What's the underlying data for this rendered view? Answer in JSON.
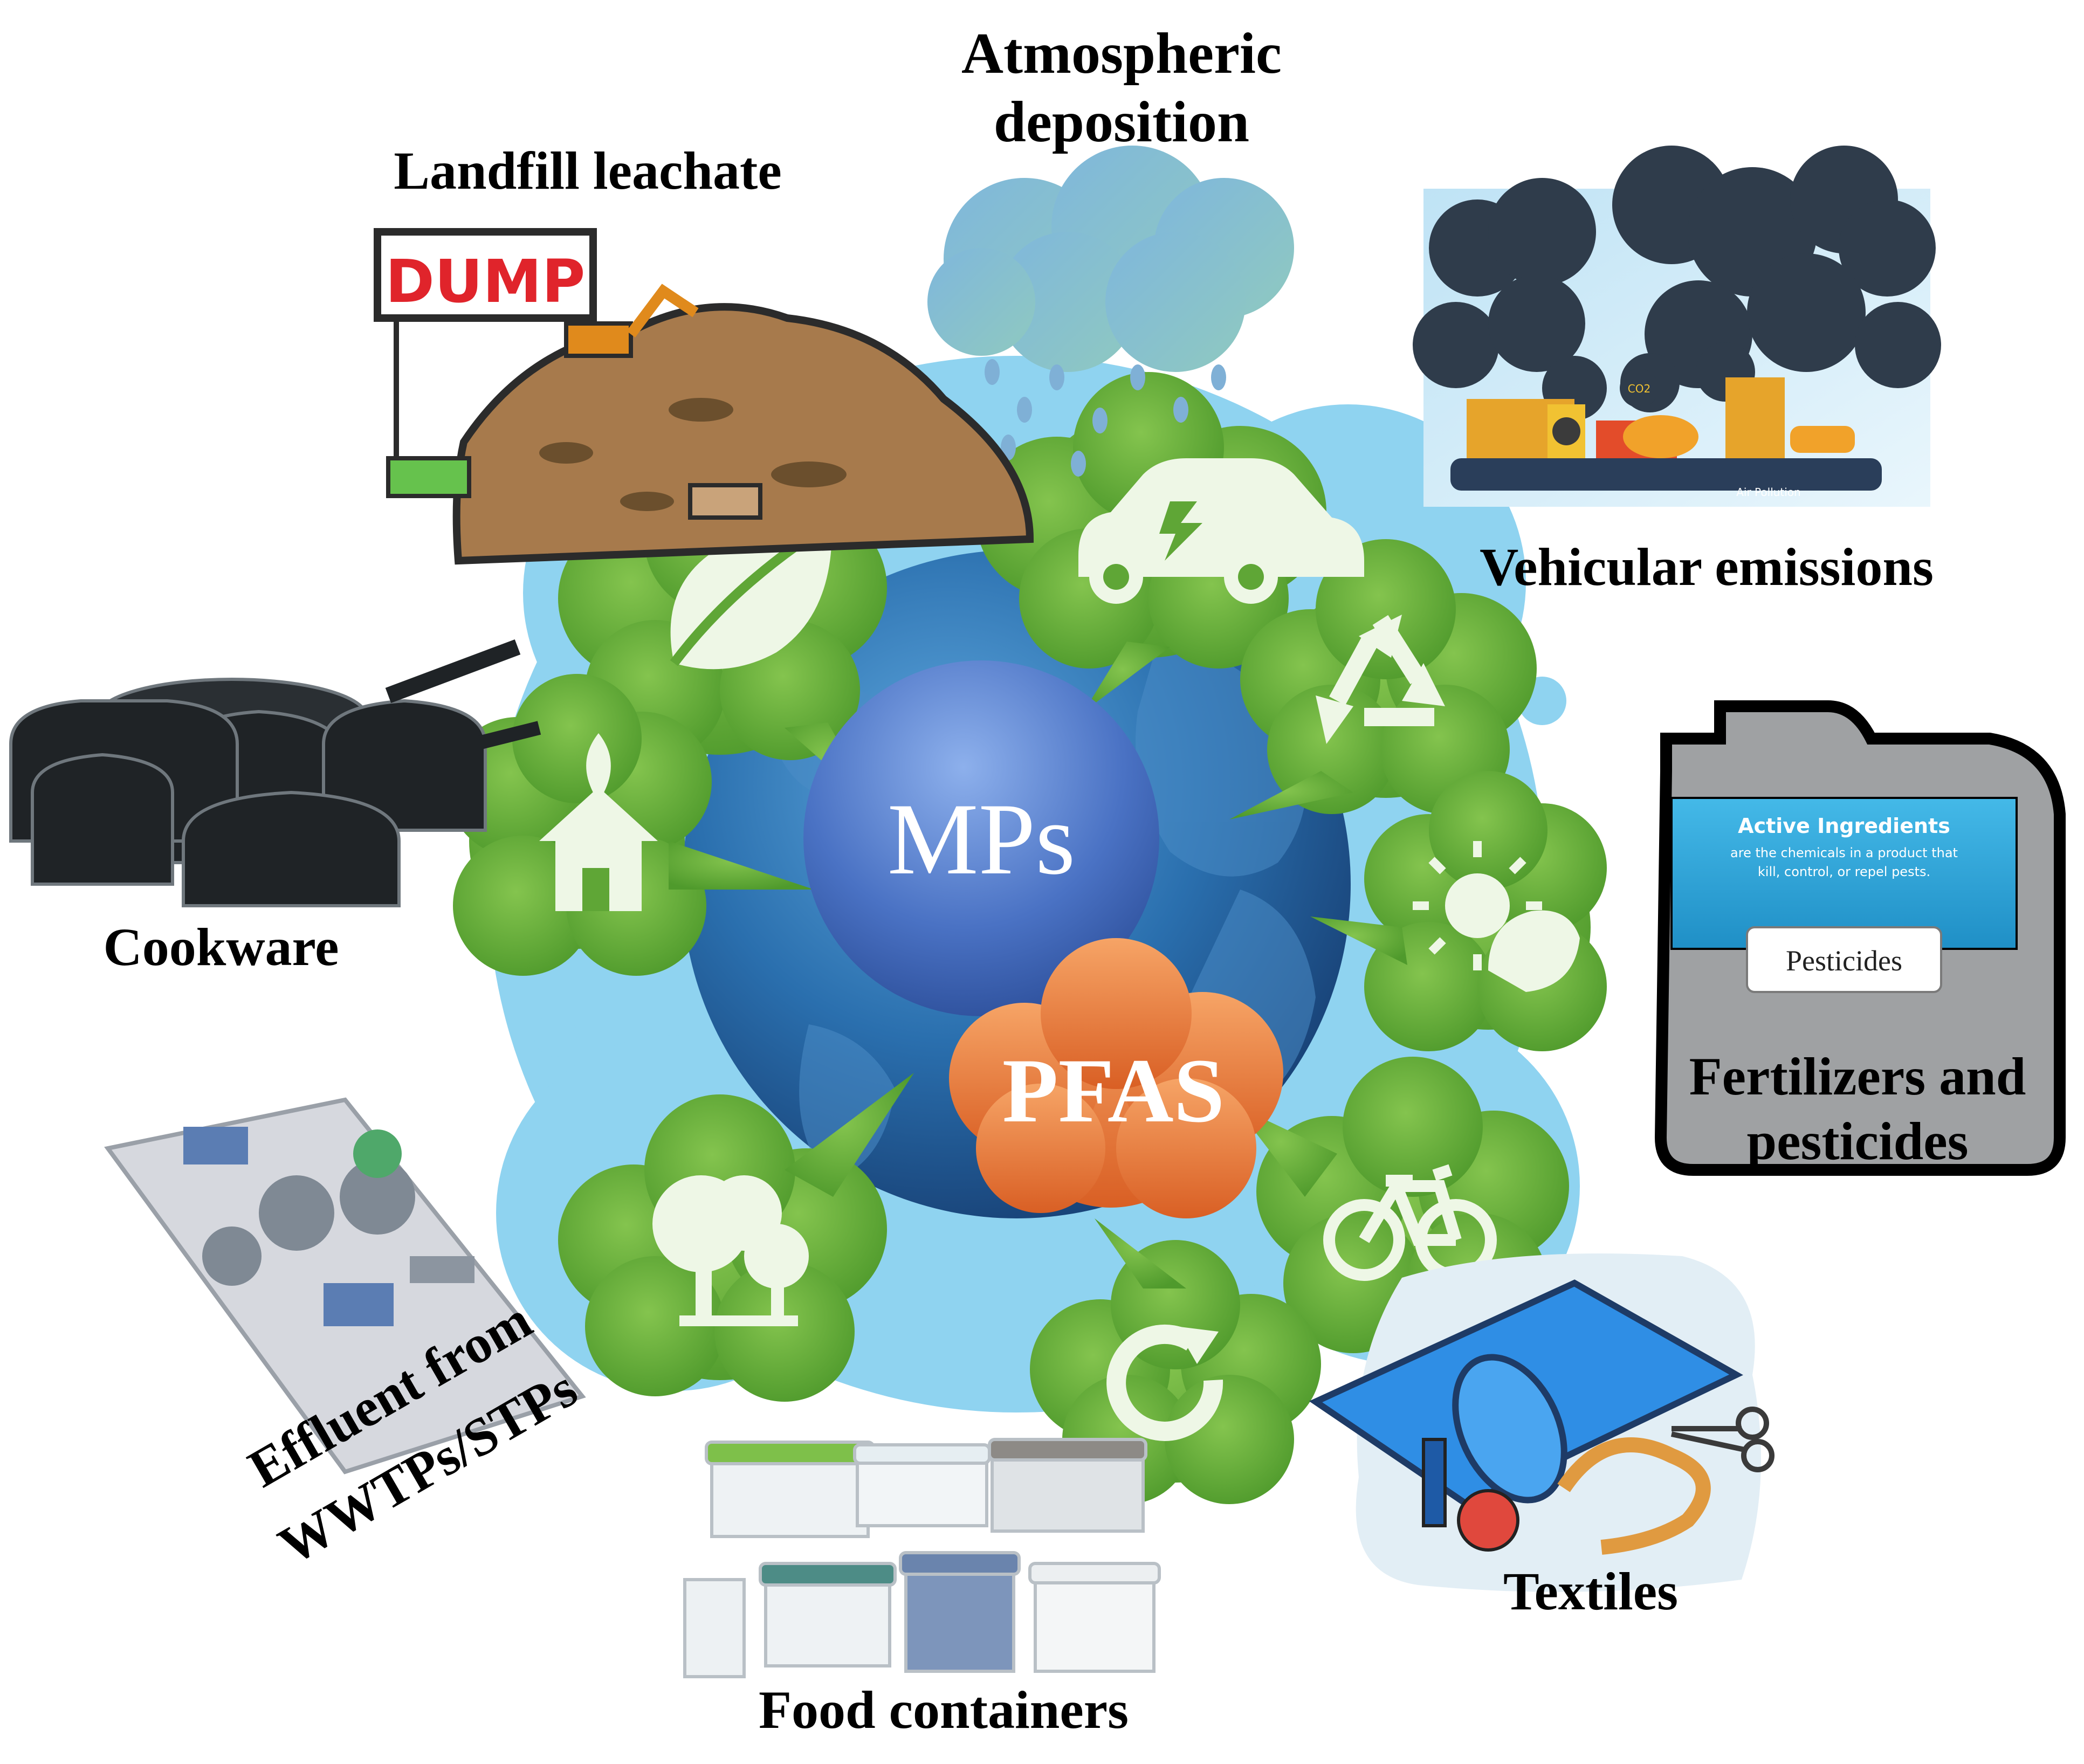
{
  "center": {
    "mps_label": "MPs",
    "pfas_label": "PFAS"
  },
  "sources": {
    "atmospheric_line1": "Atmospheric",
    "atmospheric_line2": "deposition",
    "landfill": "Landfill leachate",
    "dump_sign": "DUMP",
    "vehicular": "Vehicular emissions",
    "co2_badge": "CO2",
    "air_pollution_tag": "Air Pollution",
    "cookware": "Cookware",
    "fertilizers_line1": "Fertilizers  and",
    "fertilizers_line2": "pesticides",
    "label_heading": "Active Ingredients",
    "label_desc1": "are the chemicals in a product that",
    "label_desc2": "kill, control, or repel pests.",
    "pesticides_tag": "Pesticides",
    "effluent_line1": "Effluent from",
    "effluent_line2": "WWTPs/STPs",
    "food_containers": "Food containers",
    "textiles": "Textiles"
  },
  "colors": {
    "globe_ocean": "#2a6fae",
    "mps_bubble": "#4a72c4",
    "pfas_cloud": "#e8783a",
    "leaf_green": "#6ab33d",
    "halo_blue": "#8fd3f0"
  },
  "icons": [
    "leaf-icon",
    "electric-car-icon",
    "recycle-icon",
    "sun-cloud-icon",
    "bicycle-icon",
    "refresh-icon",
    "tree-icon",
    "eco-house-icon"
  ]
}
